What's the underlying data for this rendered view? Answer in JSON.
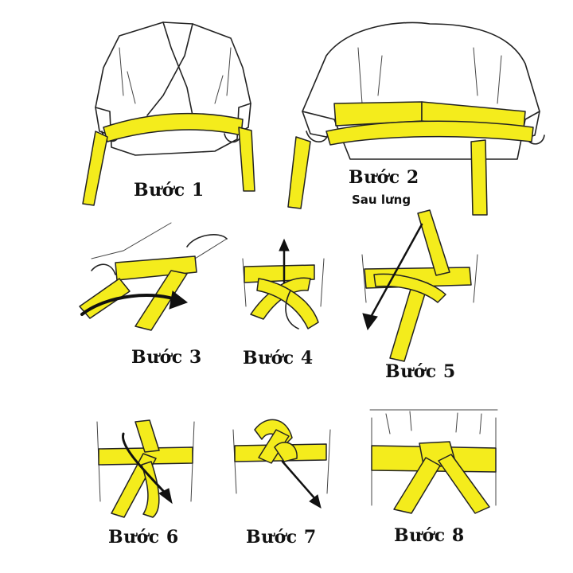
{
  "colors": {
    "belt": "#f4ec1c",
    "ink": "#222222",
    "background": "#ffffff"
  },
  "steps": [
    {
      "label": "Bước 1"
    },
    {
      "label": "Bước 2",
      "note": "Sau lưng"
    },
    {
      "label": "Bước 3"
    },
    {
      "label": "Bước 4"
    },
    {
      "label": "Bước 5"
    },
    {
      "label": "Bước 6"
    },
    {
      "label": "Bước 7"
    },
    {
      "label": "Bước 8"
    }
  ]
}
